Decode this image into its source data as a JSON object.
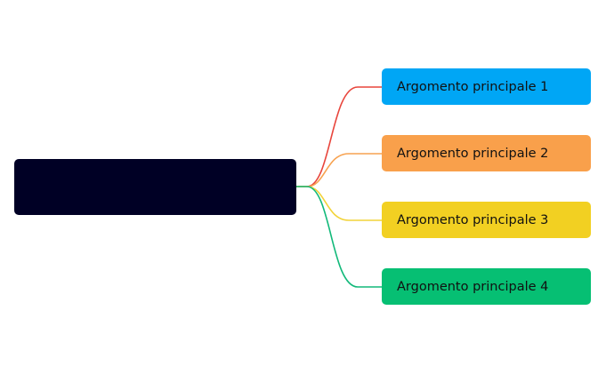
{
  "central_topic": {
    "label": "",
    "color": "#000025"
  },
  "topics": [
    {
      "label": "Argomento principale 1",
      "color": "#00a6f5",
      "line_color": "#e8453c"
    },
    {
      "label": "Argomento principale 2",
      "color": "#f9a04b",
      "line_color": "#f7a250"
    },
    {
      "label": "Argomento principale 3",
      "color": "#f2d022",
      "line_color": "#f2d33a"
    },
    {
      "label": "Argomento principale 4",
      "color": "#06bf73",
      "line_color": "#12b97a"
    }
  ]
}
